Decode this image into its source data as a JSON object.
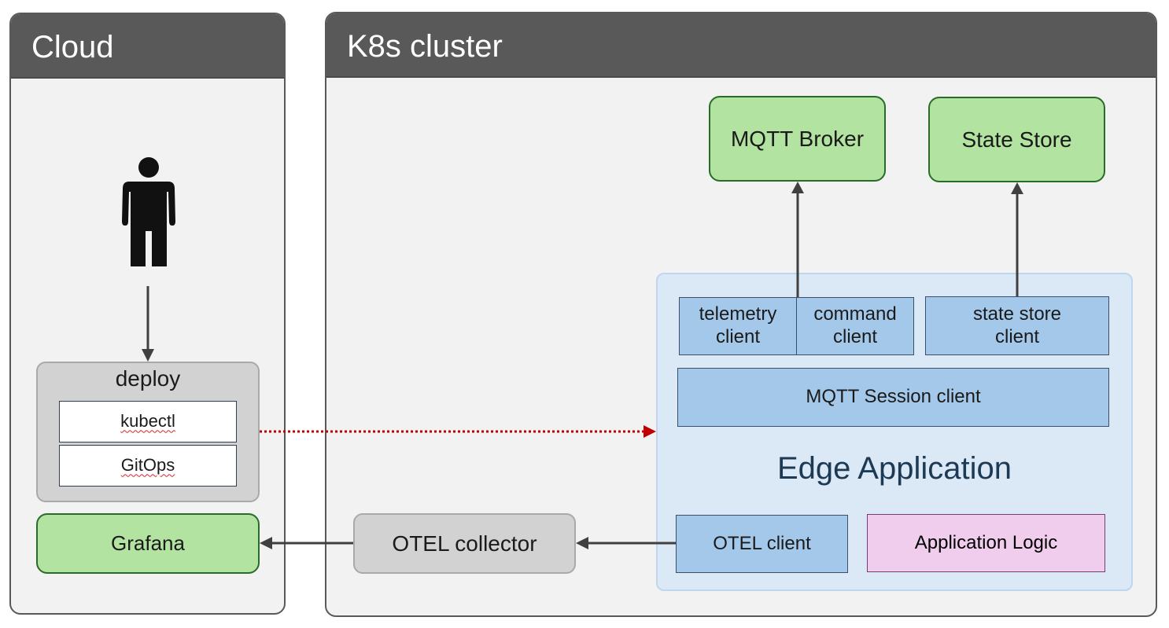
{
  "cloud": {
    "title": "Cloud",
    "deploy": {
      "title": "deploy",
      "tools": [
        "kubectl",
        "GitOps"
      ]
    },
    "grafana": "Grafana"
  },
  "cluster": {
    "title": "K8s cluster",
    "mqtt_broker": "MQTT Broker",
    "state_store": "State Store",
    "otel_collector": "OTEL collector",
    "edge_app": {
      "title": "Edge Application",
      "telemetry_client": "telemetry client",
      "command_client": "command client",
      "state_store_client": "state store client",
      "mqtt_session_client": "MQTT Session client",
      "otel_client": "OTEL client",
      "application_logic": "Application Logic"
    }
  },
  "colors": {
    "header": "#595959",
    "panel": "#f2f2f2",
    "green": "#b3e3a1",
    "blue": "#a4c8ea",
    "pink": "#f0cced",
    "gray": "#d2d2d2",
    "edge_area": "#dbe8f5",
    "deploy_arrow": "#c00000"
  },
  "icons": {
    "person": "person-icon"
  }
}
